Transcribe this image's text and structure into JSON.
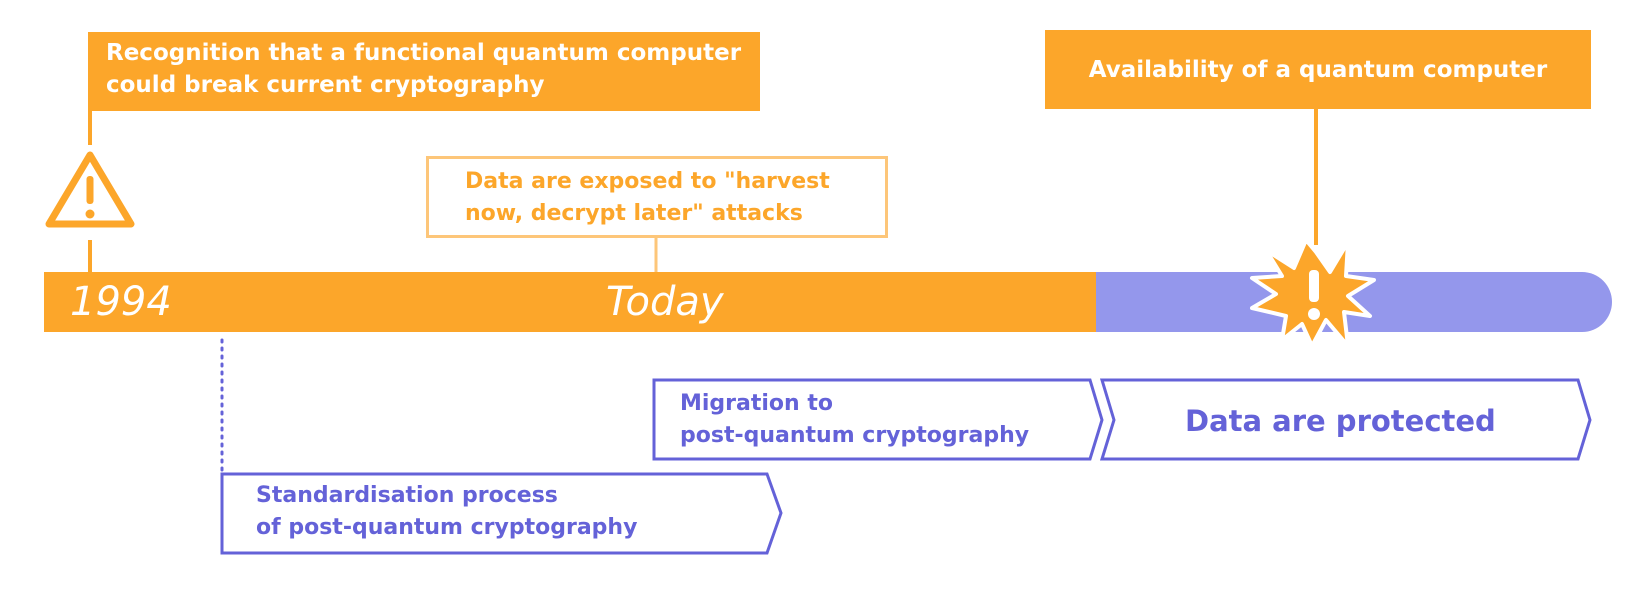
{
  "callouts": {
    "recognition": {
      "line1": "Recognition that a functional quantum computer",
      "line2": "could break current cryptography"
    },
    "availability": "Availability of a quantum computer",
    "harvest": {
      "line1": "Data are exposed to \"harvest",
      "line2": "now, decrypt later\" attacks"
    }
  },
  "timeline": {
    "year": "1994",
    "today": "Today"
  },
  "phases": {
    "migration": {
      "line1": "Migration to",
      "line2": "post-quantum cryptography"
    },
    "protected": "Data are protected",
    "standardisation": {
      "line1": "Standardisation process",
      "line2": "of post-quantum cryptography"
    }
  },
  "icons": {
    "warning": "warning-triangle-icon",
    "explosion": "explosion-warning-icon"
  },
  "colors": {
    "orange": "#fca62a",
    "orange_light": "#fdc679",
    "purple": "#6462d8",
    "purple_light": "#9497ec"
  }
}
